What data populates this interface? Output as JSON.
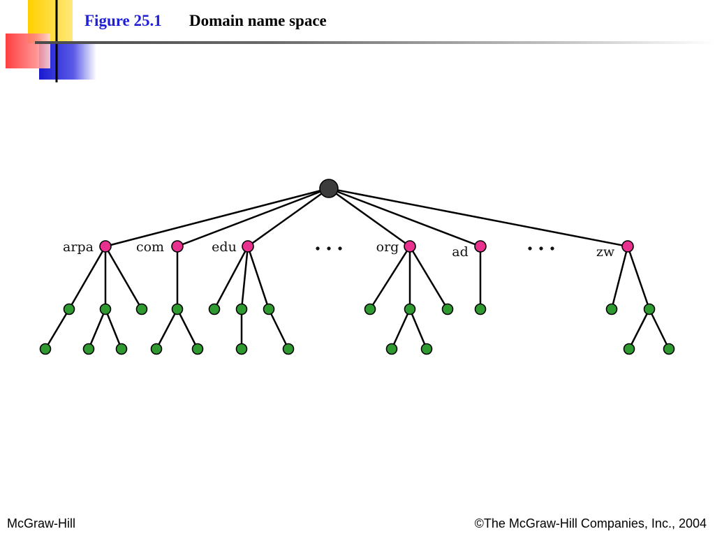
{
  "header": {
    "figure_number": "Figure 25.1",
    "figure_title": "Domain name space"
  },
  "diagram": {
    "root": {
      "label": ""
    },
    "top_level": [
      {
        "label": "arpa",
        "children": [
          {
            "children": 1
          },
          {
            "children": 2
          },
          {
            "children": 0
          }
        ]
      },
      {
        "label": "com",
        "children": [
          {
            "children": 2
          }
        ]
      },
      {
        "label": "edu",
        "children": [
          {
            "children": 0
          },
          {
            "children": 1
          },
          {
            "children": 1
          }
        ]
      },
      {
        "label": "...",
        "ellipsis": true
      },
      {
        "label": "org",
        "children": [
          {
            "children": 0
          },
          {
            "children": 2
          },
          {
            "children": 0
          }
        ]
      },
      {
        "label": "ad",
        "children": [
          {
            "children": 0
          }
        ]
      },
      {
        "label": "...",
        "ellipsis": true
      },
      {
        "label": "zw",
        "children": [
          {
            "children": 0
          },
          {
            "children": 2
          }
        ]
      }
    ],
    "colors": {
      "root": "#3c3c3c",
      "top_level": "#e8308f",
      "lower": "#2f9a2f",
      "edge": "#000000"
    }
  },
  "footer": {
    "left": "McGraw-Hill",
    "right": "©The McGraw-Hill Companies, Inc., 2004"
  }
}
